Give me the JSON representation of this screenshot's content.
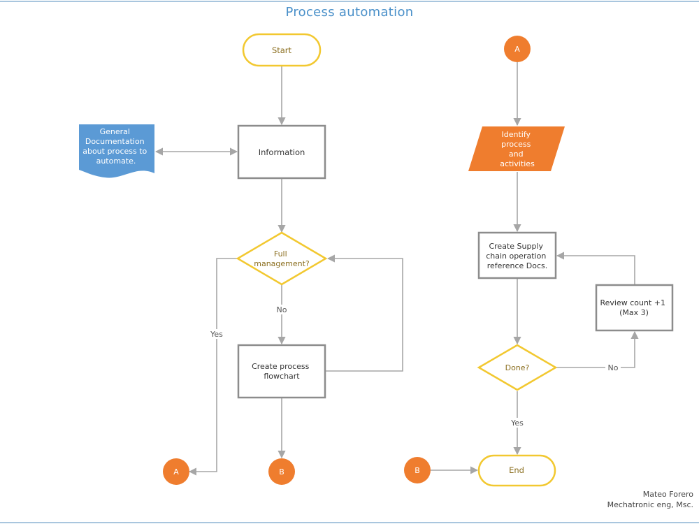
{
  "title": "Process automation",
  "colors": {
    "terminal_stroke": "#f2c830",
    "decision_stroke": "#f2c830",
    "process_stroke": "#8c8c8c",
    "connector_fill": "#ef7d2e",
    "document_fill": "#5b9ad5",
    "io_fill": "#ef7d2e",
    "arrow": "#a6a6a6",
    "terminal_text": "#8a6d1d",
    "title": "#4a90c9"
  },
  "nodes": {
    "start": "Start",
    "documentation": [
      "General",
      "Documentation",
      "about process to",
      "automate."
    ],
    "information": "Information",
    "full_management": [
      "Full",
      "management?"
    ],
    "create_flowchart": [
      "Create process",
      "flowchart"
    ],
    "connector_a_left": "A",
    "connector_b_left": "B",
    "connector_a_top": "A",
    "identify": [
      "Identify",
      "process",
      "and",
      "activities"
    ],
    "create_supply": [
      "Create Supply",
      "chain operation",
      "reference Docs."
    ],
    "review_count": [
      "Review count +1",
      "(Max 3)"
    ],
    "done": "Done?",
    "end": "End",
    "connector_b_right": "B"
  },
  "edge_labels": {
    "no_left": "No",
    "yes_left": "Yes",
    "no_right": "No",
    "yes_right": "Yes"
  },
  "author": {
    "name": "Mateo Forero",
    "degree": "Mechatronic eng, Msc."
  }
}
